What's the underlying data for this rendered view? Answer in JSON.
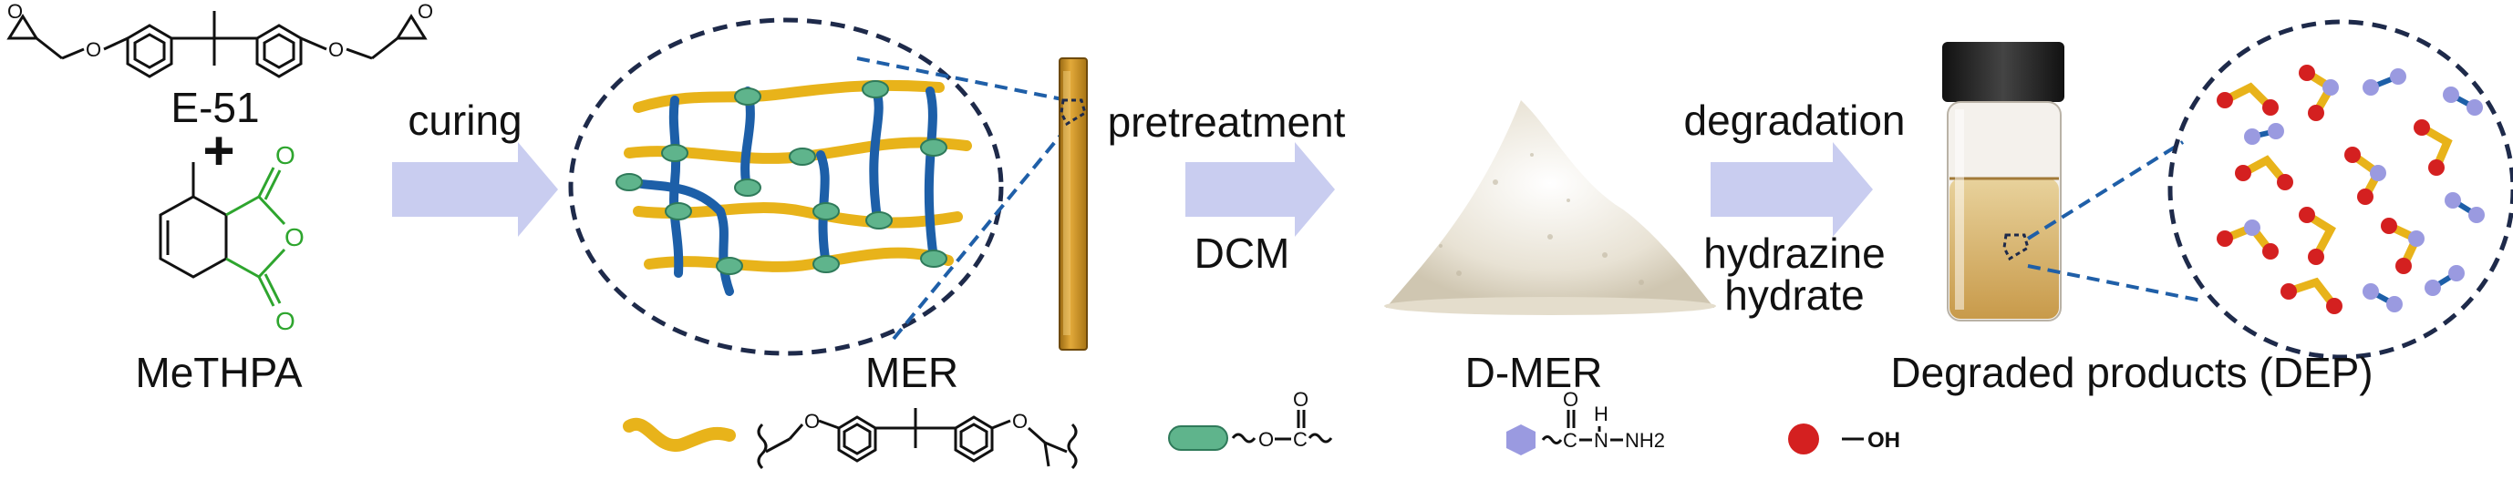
{
  "reactants": {
    "epoxy_name": "E-51",
    "plus": "+",
    "anhydride_name": "MeTHPA",
    "anhydride_O": "O"
  },
  "structure_atoms": {
    "O": "O",
    "H": "H",
    "N": "N",
    "NH2": "NH2",
    "OH": "OH",
    "C": "C"
  },
  "steps": {
    "curing": "curing",
    "pretreatment": "pretreatment",
    "pretreatment_reagent": "DCM",
    "degradation": "degradation",
    "degradation_reagent_line1": "hydrazine",
    "degradation_reagent_line2": "hydrate"
  },
  "products": {
    "mer": "MER",
    "dmer": "D-MER",
    "dep": "Degraded products (DEP)"
  },
  "legend": {
    "items": [
      {
        "symbol": "yellow-chain",
        "meaning": "bisphenol A segment"
      },
      {
        "symbol": "green-capsule",
        "meaning": "ester linkage"
      },
      {
        "symbol": "purple-hexagon",
        "meaning": "hydrazide group"
      },
      {
        "symbol": "red-circle",
        "meaning": "OH"
      }
    ]
  },
  "colors": {
    "arrow": "#c9cdf0",
    "dashed_circle": "#1e2a4a",
    "dashed_line": "#1f5fa8",
    "chain_yellow": "#e8b31a",
    "chain_blue": "#1d5fa8",
    "ester_green": "#5fb48c",
    "hydrazide_purple": "#9a9ae0",
    "hydroxyl_red": "#d42020",
    "anhydride_green": "#2ea52e",
    "vial_liquid": "#d9b86b"
  }
}
